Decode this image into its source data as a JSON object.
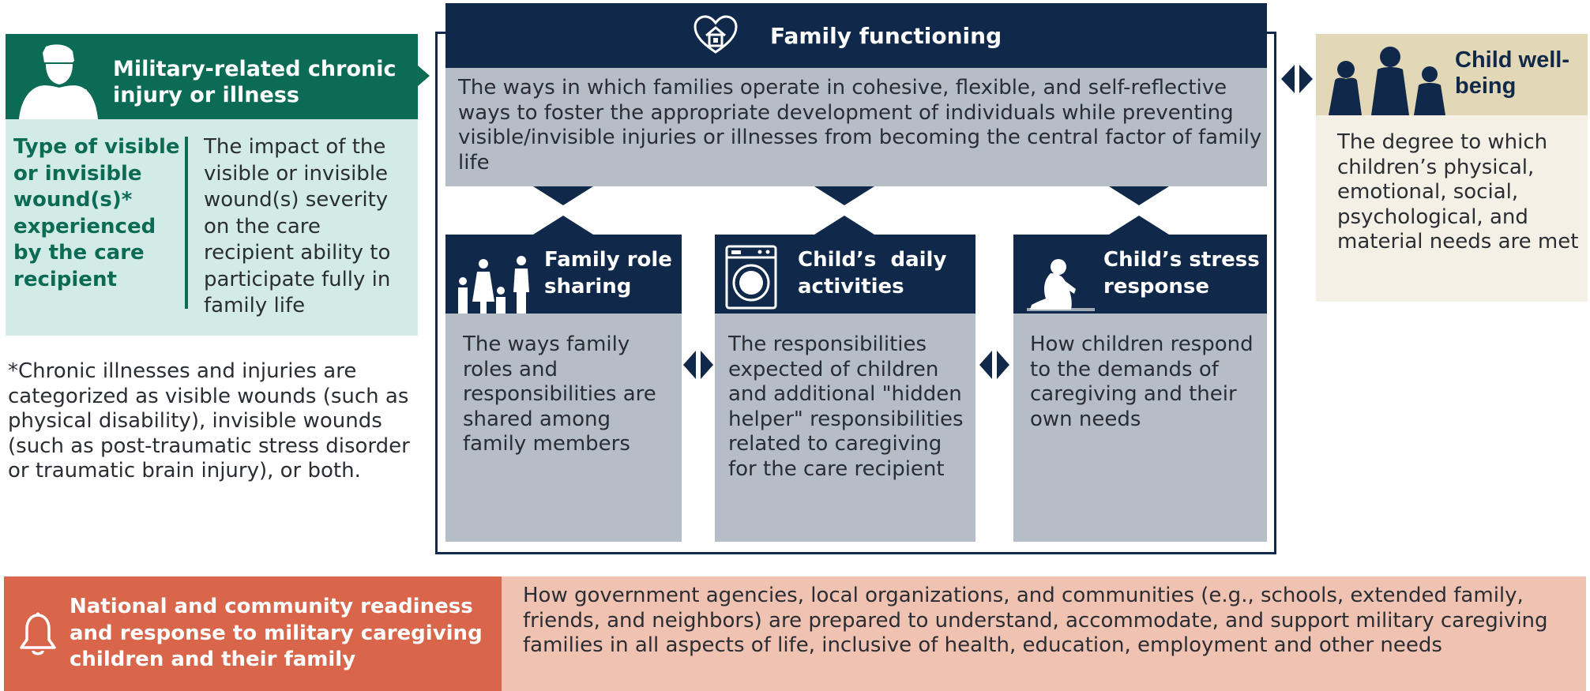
{
  "military": {
    "title": "Military-related chronic injury or illness",
    "left_text": "Type of visible or invisible wound(s)* experienced by the care recipient",
    "right_text": "The impact of the visible or invisible wound(s) severity on the care recipient ability to participate fully in family life",
    "icon": "soldier-silhouette-icon"
  },
  "footnote": "*Chronic illnesses and injuries are categorized as visible wounds (such as physical disability), invisible wounds (such as post-traumatic stress disorder or traumatic brain injury), or both.",
  "family_functioning": {
    "title": "Family functioning",
    "description": "The ways in which families operate in cohesive, flexible, and self-reflective ways to foster the appropriate development of individuals while preventing visible/invisible injuries or illnesses from becoming the central factor of family life",
    "icon": "heart-house-icon"
  },
  "subdomains": [
    {
      "title": "Family role sharing",
      "description": "The ways family roles and responsibilities are shared among family members",
      "icon": "family-silhouette-icon"
    },
    {
      "title": "Child’s  daily activities",
      "description": "The responsibilities expected of children and additional \"hidden helper\" responsibilities related to caregiving for the care recipient",
      "icon": "washing-machine-icon"
    },
    {
      "title": "Child’s stress response",
      "description": "How children respond to the demands of caregiving and their own needs",
      "icon": "sitting-child-icon"
    }
  ],
  "child_wellbeing": {
    "title": "Child well-being",
    "description": "The degree to which children’s physical, emotional, social, psychological, and material needs are met",
    "icon": "children-silhouette-icon"
  },
  "national": {
    "title": "National and community readiness and response to military caregiving children and their family",
    "description": "How government agencies, local organizations, and communities (e.g., schools, extended family, friends, and neighbors) are prepared to understand, accommodate, and support military caregiving families in all aspects of life, inclusive of health, education, employment and other needs",
    "icon": "bell-icon"
  },
  "colors": {
    "navy": "#10294a",
    "teal": "#0b6b55",
    "mint": "#d3ebe6",
    "gray_blue": "#b5bec7",
    "tan": "#e2d7b6",
    "cream": "#f5f0e6",
    "coral": "#d9654a",
    "peach": "#f0c2b1"
  }
}
